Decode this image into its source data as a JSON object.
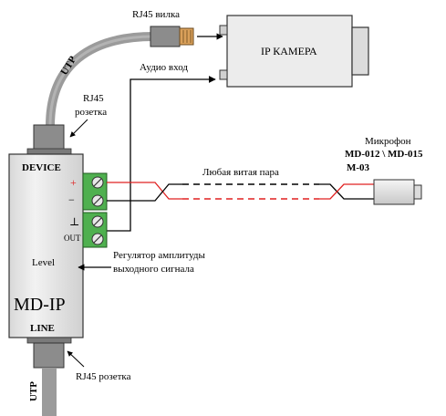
{
  "labels": {
    "rj45_plug": "RJ45  вилка",
    "ip_camera": "IP КАМЕРА",
    "audio_in": "Аудио вход",
    "utp_top": "UTP",
    "rj45_socket_top_line1": "RJ45",
    "rj45_socket_top_line2": "розетка",
    "device": "DEVICE",
    "plus": "+",
    "minus": "−",
    "ground": "⊥",
    "out": "OUT",
    "any_twisted_pair": "Любая витая пара",
    "microphone": "Микрофон",
    "mic_models_line1": "MD-012 \\ MD-015",
    "mic_models_line2": "M-03",
    "regulator_line1": "Регулятор амплитуды",
    "regulator_line2": "выходного сигнала",
    "level": "Level",
    "md_ip": "MD-IP",
    "line": "LINE",
    "rj45_socket_bottom": "RJ45  розетка",
    "utp_bottom": "UTP"
  },
  "colors": {
    "cable_gray": "#9b9b9b",
    "terminal_green": "#4fb04f",
    "wire_red": "#e02020",
    "device_body": "#e6e6e6",
    "camera_body": "#ececec",
    "plug_copper": "#d9a05a"
  }
}
